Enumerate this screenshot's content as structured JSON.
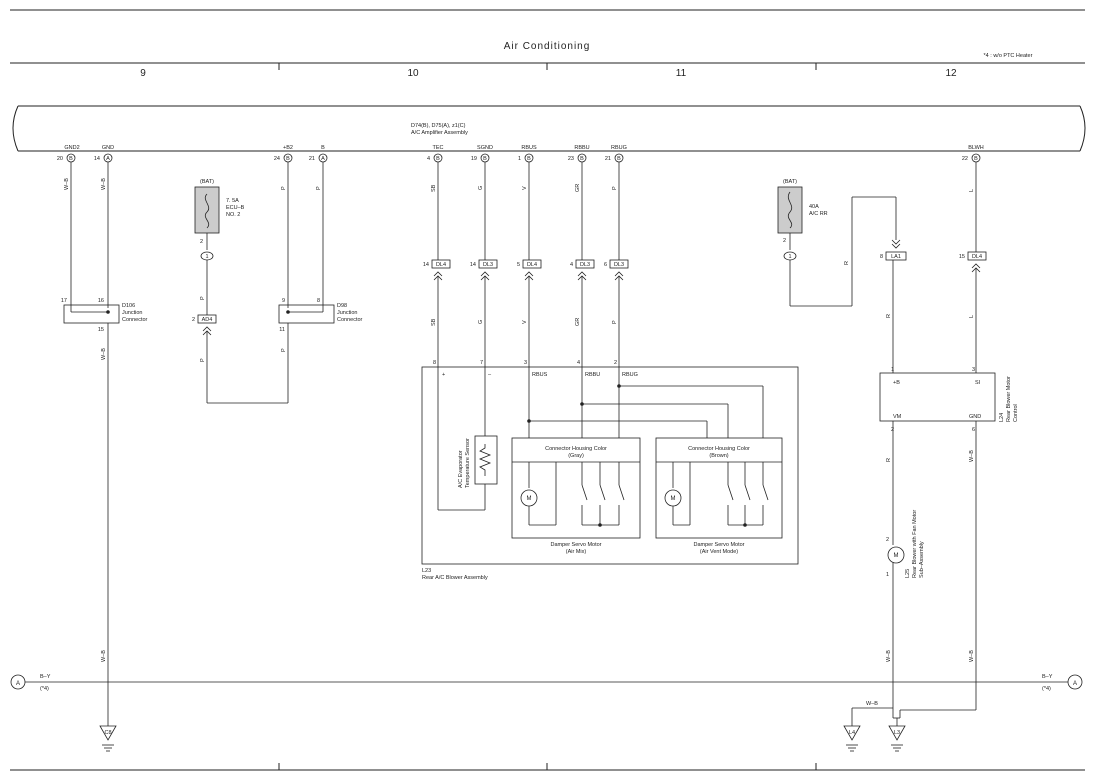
{
  "header": {
    "title": "Air Conditioning",
    "note": "*4 : w/o PTC Heater",
    "columns": [
      "9",
      "10",
      "11",
      "12"
    ]
  },
  "amplifier": {
    "name_line1": "D74(B), D75(A), z1(C)",
    "name_line2": "A/C Amplifier Assembly",
    "pins": [
      {
        "label": "GND2",
        "pin": "20",
        "conn": "B"
      },
      {
        "label": "GND",
        "pin": "14",
        "conn": "A"
      },
      {
        "label": "+B2",
        "pin": "24",
        "conn": "B"
      },
      {
        "label": "B",
        "pin": "21",
        "conn": "A"
      },
      {
        "label": "TEC",
        "pin": "4",
        "conn": "B"
      },
      {
        "label": "SGND",
        "pin": "19",
        "conn": "B"
      },
      {
        "label": "RBUS",
        "pin": "1",
        "conn": "B"
      },
      {
        "label": "RBBU",
        "pin": "23",
        "conn": "B"
      },
      {
        "label": "RBUG",
        "pin": "21",
        "conn": "B"
      },
      {
        "label": "BLWH",
        "pin": "22",
        "conn": "B"
      }
    ]
  },
  "wire_colors": {
    "wb": "W–B",
    "p": "P",
    "sb": "SB",
    "g": "G",
    "v": "V",
    "gr": "GR",
    "r": "R",
    "l": "L",
    "by": "B–Y"
  },
  "fuse1": {
    "bat": "(BAT)",
    "rating": "7. 5A",
    "name": "ECU–B",
    "no": "NO. 2",
    "pin": "2",
    "junction": "1"
  },
  "fuse2": {
    "bat": "(BAT)",
    "rating": "40A",
    "name": "A/C RR",
    "pin": "2",
    "junction": "1"
  },
  "d106": {
    "name": "D106",
    "line2": "Junction",
    "line3": "Connector",
    "pin_a": "17",
    "pin_b": "16",
    "pin_c": "15"
  },
  "d98": {
    "name": "D98",
    "line2": "Junction",
    "line3": "Connector",
    "pin_a": "9",
    "pin_b": "8",
    "pin_c": "11"
  },
  "ad4": {
    "pin": "2",
    "conn": "AD4"
  },
  "dl_connectors": [
    {
      "pin": "14",
      "conn": "DL4"
    },
    {
      "pin": "14",
      "conn": "DL3"
    },
    {
      "pin": "5",
      "conn": "DL4"
    },
    {
      "pin": "4",
      "conn": "DL3"
    },
    {
      "pin": "6",
      "conn": "DL3"
    },
    {
      "pin": "15",
      "conn": "DL4"
    }
  ],
  "la1": {
    "pin": "8",
    "conn": "LA1"
  },
  "l23": {
    "name": "L23",
    "desc": "Rear A/C Blower Assembly",
    "pins": [
      "8",
      "7",
      "3",
      "4",
      "2"
    ],
    "labels": [
      "+",
      "–",
      "RBUS",
      "RBBU",
      "RBUG"
    ],
    "sensor_line1": "A/C Evaporator",
    "sensor_line2": "Temperature Sensor",
    "gray_title1": "Connector Housing Color",
    "gray_title2": "(Gray)",
    "brown_title1": "Connector Housing Color",
    "brown_title2": "(Brown)",
    "servo1_line1": "Damper Servo Motor",
    "servo1_line2": "(Air Mix)",
    "servo2_line1": "Damper Servo Motor",
    "servo2_line2": "(Air Vent Mode)",
    "motor": "M"
  },
  "l24": {
    "name": "L24",
    "line2": "Rear Blower Motor",
    "line3": "Control",
    "pin_b": "1",
    "pin_si": "3",
    "pin_vm": "2",
    "pin_gnd": "6",
    "lab_b": "+B",
    "lab_si": "SI",
    "lab_vm": "VM",
    "lab_gnd": "GND"
  },
  "l25": {
    "name": "L25",
    "line2": "Rear Blower with Fan Motor",
    "line3": "Sub–Assembly",
    "pin_top": "2",
    "pin_bot": "1",
    "motor": "M"
  },
  "grounds": {
    "c8": "C8",
    "l4": "L4",
    "l3": "L3"
  },
  "ref_a": {
    "letter": "A",
    "wire": "B–Y",
    "note": "(*4)"
  }
}
